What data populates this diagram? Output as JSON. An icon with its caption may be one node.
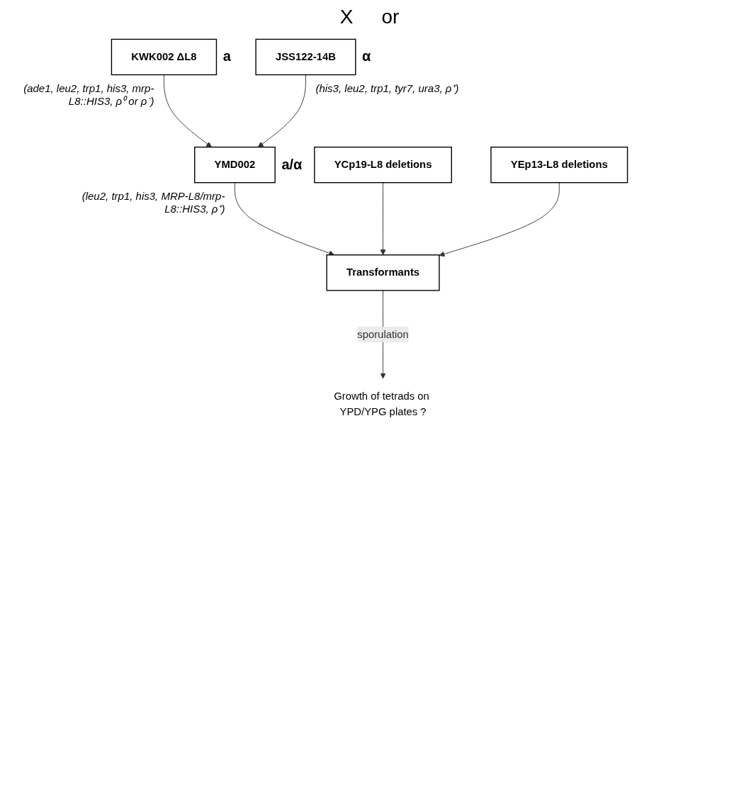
{
  "diagram": {
    "nodes": [
      {
        "text": [
          "KWK002 ΔL8"
        ],
        "beside": [
          "a",
          "(ade1, leu2, trp1, his3, mrp-L8::HIS3, ρ⁰ or ρ⁻)"
        ]
      },
      {
        "text": [
          "JSS122-14B"
        ],
        "beside": [
          "α",
          "(his3, leu2, trp1, tyr7, ura3, ρ⁺)"
        ]
      },
      {
        "text": [
          "YMD002"
        ],
        "beside": [
          "a/α",
          "(leu2, trp1, his3, MRP-L8/mrp-L8::HIS3, ρ⁺)"
        ]
      },
      {
        "text": [
          "YCp19-L8 deletions"
        ]
      },
      {
        "text": [
          "YEp13-L8 deletions"
        ]
      },
      {
        "text": [
          "Transformants"
        ]
      },
      {
        "text": [
          "Growth of tetrads on YPD/YPG plates ?"
        ]
      }
    ],
    "edges": [
      {
        "from": 0,
        "to": 2,
        "arrow": "to"
      },
      {
        "from": 1,
        "to": 2,
        "arrow": "to"
      },
      {
        "from": 2,
        "to": 5,
        "arrow": "to"
      },
      {
        "from": 3,
        "to": 5,
        "arrow": "to"
      },
      {
        "from": 4,
        "to": 5,
        "arrow": "to"
      },
      {
        "from": 5,
        "to": 6,
        "label": "sporulation",
        "arrow": "to"
      }
    ],
    "labels": [
      "X",
      "or"
    ]
  }
}
